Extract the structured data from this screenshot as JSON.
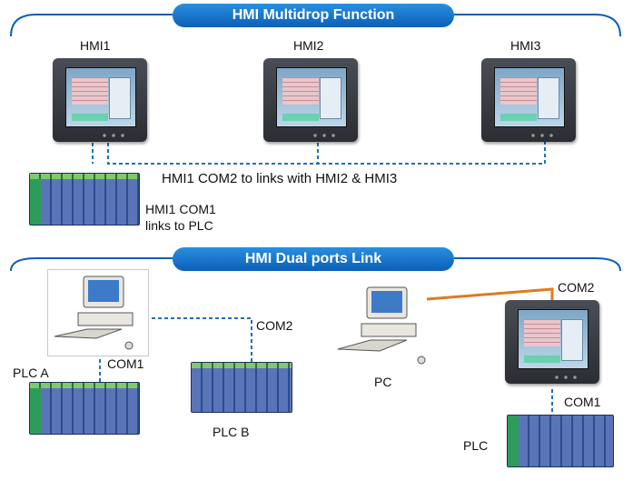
{
  "section1": {
    "title": "HMI Multidrop Function",
    "hmi_labels": [
      "HMI1",
      "HMI2",
      "HMI3"
    ],
    "link_caption": "HMI1 COM2 to links with HMI2 & HMI3",
    "plc_caption_line1": "HMI1 COM1",
    "plc_caption_line2": "links to PLC"
  },
  "section2": {
    "title": "HMI Dual ports Link",
    "plc_a": "PLC A",
    "com1_left": "COM1",
    "com2_left": "COM2",
    "plc_b": "PLC B",
    "pc": "PC",
    "com2_right": "COM2",
    "com1_right": "COM1",
    "plc": "PLC"
  },
  "colors": {
    "banner": "#1a78d2",
    "dashed_link": "#1f6fc4",
    "serial_cable": "#e07a1f",
    "frame": "#0a5fb8"
  }
}
